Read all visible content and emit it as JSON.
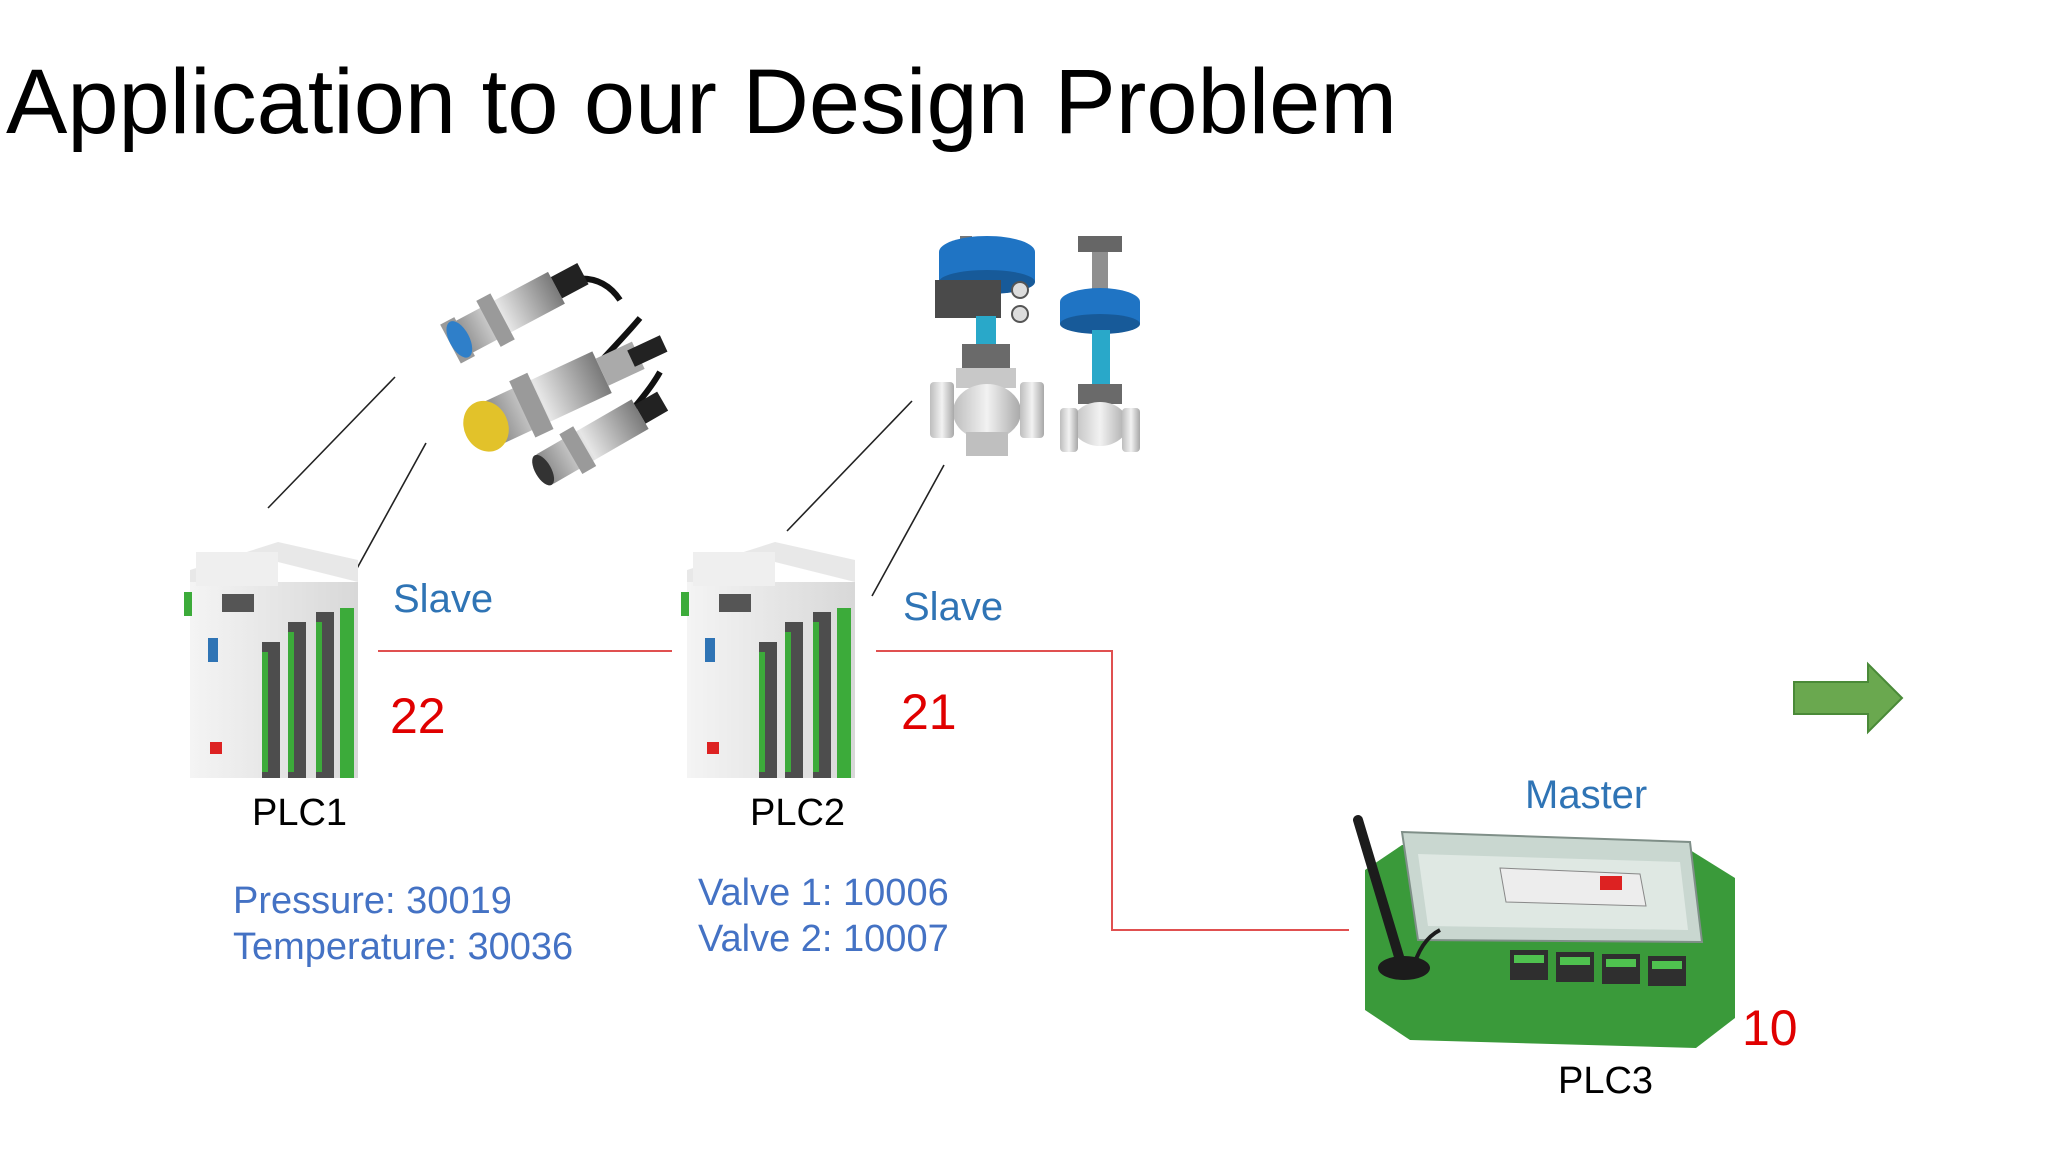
{
  "title": "Application to our Design Problem",
  "plc1": {
    "name": "PLC1",
    "role": "Slave",
    "address": "22",
    "registers": [
      "Pressure: 30019",
      "Temperature: 30036"
    ]
  },
  "plc2": {
    "name": "PLC2",
    "role": "Slave",
    "address": "21",
    "registers": [
      "Valve 1: 10006",
      "Valve 2: 10007"
    ]
  },
  "plc3": {
    "name": "PLC3",
    "role": "Master",
    "address": "10"
  },
  "colors": {
    "role": "#2f74b5",
    "address": "#e00000",
    "register": "#4472c4",
    "link": "#e05050",
    "arrow": "#6aa84f"
  },
  "icons": [
    "proximity-sensors-image",
    "control-valves-image",
    "din-rail-plc-image",
    "wireless-controller-image",
    "next-arrow-icon"
  ]
}
